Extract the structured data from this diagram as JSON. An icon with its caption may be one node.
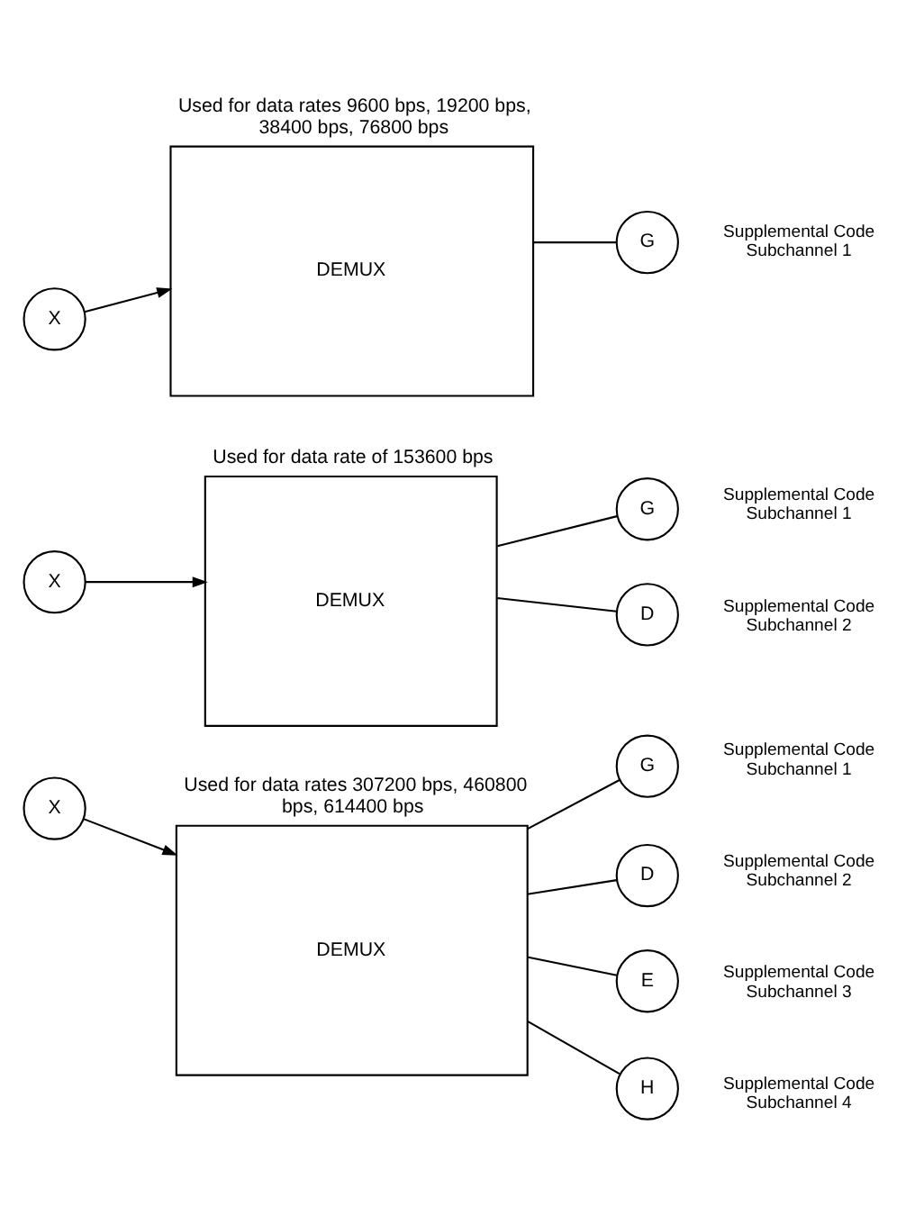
{
  "diagram": {
    "nodes": [
      {
        "text": [
          "X"
        ]
      },
      {
        "text": [
          "Used for data rates 9600 bps, 19200 bps, 38400 bps, 76800 bps",
          "DEMUX"
        ]
      },
      {
        "text": [
          "G"
        ],
        "beside": [
          "Supplemental Code Subchannel 1"
        ]
      },
      {
        "text": [
          "X"
        ]
      },
      {
        "text": [
          "Used for data rate of 153600 bps",
          "DEMUX"
        ]
      },
      {
        "text": [
          "G"
        ],
        "beside": [
          "Supplemental Code Subchannel 1"
        ]
      },
      {
        "text": [
          "D"
        ],
        "beside": [
          "Supplemental Code Subchannel 2"
        ]
      },
      {
        "text": [
          "X"
        ]
      },
      {
        "text": [
          "Used for data rates 307200 bps, 460800 bps, 614400 bps",
          "DEMUX"
        ]
      },
      {
        "text": [
          "G"
        ],
        "beside": [
          "Supplemental Code Subchannel 1"
        ]
      },
      {
        "text": [
          "D"
        ],
        "beside": [
          "Supplemental Code Subchannel 2"
        ]
      },
      {
        "text": [
          "E"
        ],
        "beside": [
          "Supplemental Code Subchannel 3"
        ]
      },
      {
        "text": [
          "H"
        ],
        "beside": [
          "Supplemental Code Subchannel 4"
        ]
      }
    ],
    "edges": [
      {
        "from": 0,
        "to": 1,
        "arrow": "to"
      },
      {
        "from": 1,
        "to": 2,
        "arrow": "none"
      },
      {
        "from": 3,
        "to": 4,
        "arrow": "to"
      },
      {
        "from": 4,
        "to": 5,
        "arrow": "none"
      },
      {
        "from": 4,
        "to": 6,
        "arrow": "none"
      },
      {
        "from": 7,
        "to": 8,
        "arrow": "to"
      },
      {
        "from": 8,
        "to": 9,
        "arrow": "none"
      },
      {
        "from": 8,
        "to": 10,
        "arrow": "none"
      },
      {
        "from": 8,
        "to": 11,
        "arrow": "none"
      },
      {
        "from": 8,
        "to": 12,
        "arrow": "none"
      }
    ]
  }
}
